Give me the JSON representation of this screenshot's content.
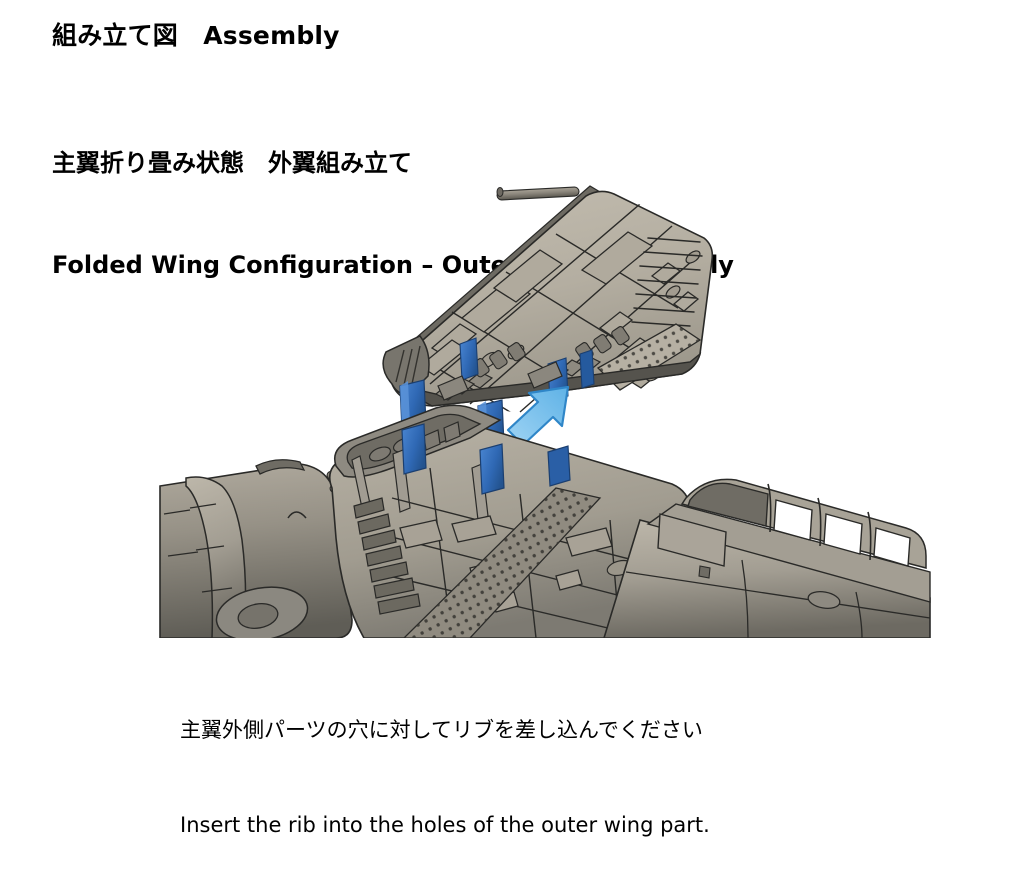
{
  "slide": {
    "title": "組み立て図　Assembly",
    "subtitle_ja": "主翼折り畳み状態　外翼組み立て",
    "subtitle_en": "Folded Wing Configuration – Outer Wing Assembly",
    "caption_ja": "主翼外側パーツの穴に対してリブを差し込んでください",
    "caption_en": "Insert the rib into the holes of the outer wing part."
  },
  "figure": {
    "alt": "3D CAD render of an aircraft in folded-wing configuration with the outer wing panel exploded above the inner wing stub",
    "parts": {
      "outer_wing_panel": "outer-wing-panel",
      "inner_wing_stub": "inner-wing-stub",
      "fuselage": "fuselage",
      "pitot_tube": "pitot-tube",
      "rib_tabs": "rib-tabs",
      "direction_arrow": "assembly-direction-arrow",
      "rivet_field": "rivet-field-panel",
      "canopy": "canopy-framing"
    },
    "colors": {
      "metal_light": "#b8b2a5",
      "metal_mid": "#9a958a",
      "metal_dark": "#7b776e",
      "metal_shadow": "#55534d",
      "fuselage_light": "#a6a196",
      "fuselage_dark": "#6c6960",
      "outline": "#2a2a28",
      "rib_blue": "#2f68b4",
      "rib_blue_dark": "#1f4d8c",
      "rib_blue_light": "#4a86d2",
      "arrow_fill": "#79c2ef",
      "arrow_edge": "#2f86c8",
      "background": "#ffffff"
    }
  }
}
